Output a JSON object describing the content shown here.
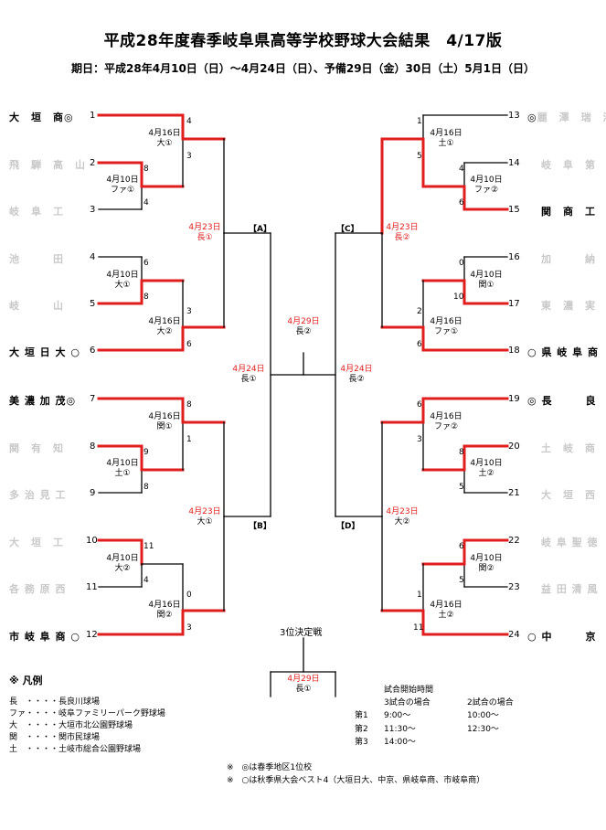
{
  "title": "平成28年度春季岐阜県高等学校野球大会結果　4/17版",
  "subtitle": "期日：平成28年4月10日（日）～4月24日（日）、予備29日（金）30日（土）5月1日（日）",
  "left_teams": [
    {
      "seed": "1",
      "name": "大　垣　商",
      "mark": "◎",
      "winner": true
    },
    {
      "seed": "2",
      "name": "飛　騨　高　山",
      "mark": "",
      "winner": false
    },
    {
      "seed": "3",
      "name": "岐　阜　工",
      "mark": "",
      "winner": false
    },
    {
      "seed": "4",
      "name": "池　　　田",
      "mark": "",
      "winner": false
    },
    {
      "seed": "5",
      "name": "岐　　　山",
      "mark": "",
      "winner": false
    },
    {
      "seed": "6",
      "name": "大 垣 日 大",
      "mark": "○",
      "winner": true
    },
    {
      "seed": "7",
      "name": "美 濃 加 茂",
      "mark": "◎",
      "winner": true
    },
    {
      "seed": "8",
      "name": "関　有　知",
      "mark": "",
      "winner": false
    },
    {
      "seed": "9",
      "name": "多 治 見 工",
      "mark": "",
      "winner": false
    },
    {
      "seed": "10",
      "name": "大　垣　工",
      "mark": "",
      "winner": false
    },
    {
      "seed": "11",
      "name": "各 務 原 西",
      "mark": "",
      "winner": false
    },
    {
      "seed": "12",
      "name": "市 岐 阜 商",
      "mark": "○",
      "winner": true
    }
  ],
  "right_teams": [
    {
      "seed": "13",
      "name": "麗　澤　瑞　浪",
      "mark": "◎",
      "winner": false
    },
    {
      "seed": "14",
      "name": "岐　阜　第　一",
      "mark": "",
      "winner": false
    },
    {
      "seed": "15",
      "name": "関　商　工",
      "mark": "",
      "winner": true
    },
    {
      "seed": "16",
      "name": "加　　　納",
      "mark": "",
      "winner": false
    },
    {
      "seed": "17",
      "name": "東　濃　実",
      "mark": "",
      "winner": false
    },
    {
      "seed": "18",
      "name": "県 岐 阜 商",
      "mark": "○",
      "winner": true
    },
    {
      "seed": "19",
      "name": "長　　　良",
      "mark": "◎",
      "winner": true
    },
    {
      "seed": "20",
      "name": "土　岐　商",
      "mark": "",
      "winner": false
    },
    {
      "seed": "21",
      "name": "大　垣　西",
      "mark": "",
      "winner": false
    },
    {
      "seed": "22",
      "name": "岐 阜 聖 徳",
      "mark": "",
      "winner": false
    },
    {
      "seed": "23",
      "name": "益 田 清 風",
      "mark": "",
      "winner": false
    },
    {
      "seed": "24",
      "name": "中　　　京",
      "mark": "○",
      "winner": true
    }
  ],
  "left_scores": [
    {
      "v": "4",
      "key": "l_s1"
    },
    {
      "v": "3",
      "key": "l_s2"
    },
    {
      "v": "8",
      "key": "l_s3"
    },
    {
      "v": "4",
      "key": "l_s4"
    },
    {
      "v": "6",
      "key": "l_s5"
    },
    {
      "v": "8",
      "key": "l_s6"
    },
    {
      "v": "3",
      "key": "l_s7"
    },
    {
      "v": "6",
      "key": "l_s8"
    },
    {
      "v": "8",
      "key": "l_s9"
    },
    {
      "v": "1",
      "key": "l_s10"
    },
    {
      "v": "9",
      "key": "l_s11"
    },
    {
      "v": "8",
      "key": "l_s12"
    },
    {
      "v": "11",
      "key": "l_s13"
    },
    {
      "v": "4",
      "key": "l_s14"
    },
    {
      "v": "0",
      "key": "l_s15"
    },
    {
      "v": "3",
      "key": "l_s16"
    }
  ],
  "right_scores": [
    {
      "v": "1",
      "key": "r_s1"
    },
    {
      "v": "5",
      "key": "r_s2"
    },
    {
      "v": "4",
      "key": "r_s3"
    },
    {
      "v": "6",
      "key": "r_s4"
    },
    {
      "v": "0",
      "key": "r_s5"
    },
    {
      "v": "10",
      "key": "r_s6"
    },
    {
      "v": "2",
      "key": "r_s7"
    },
    {
      "v": "6",
      "key": "r_s8"
    },
    {
      "v": "6",
      "key": "r_s9"
    },
    {
      "v": "3",
      "key": "r_s10"
    },
    {
      "v": "8",
      "key": "r_s11"
    },
    {
      "v": "5",
      "key": "r_s12"
    },
    {
      "v": "6",
      "key": "r_s13"
    },
    {
      "v": "5",
      "key": "r_s14"
    },
    {
      "v": "1",
      "key": "r_s15"
    },
    {
      "v": "11",
      "key": "r_s16"
    }
  ],
  "matches": {
    "m_l_1": {
      "date": "4月16日",
      "venue": "大①"
    },
    "m_l_2": {
      "date": "4月10日",
      "venue": "ファ①"
    },
    "m_l_3": {
      "date": "4月10日",
      "venue": "大①"
    },
    "m_l_4": {
      "date": "4月16日",
      "venue": "大②"
    },
    "m_l_5": {
      "date": "4月16日",
      "venue": "関①"
    },
    "m_l_6": {
      "date": "4月10日",
      "venue": "土①"
    },
    "m_l_7": {
      "date": "4月10日",
      "venue": "大②"
    },
    "m_l_8": {
      "date": "4月16日",
      "venue": "関②"
    },
    "m_l_A": {
      "date": "4月23日",
      "venue": "長①"
    },
    "m_l_B": {
      "date": "4月23日",
      "venue": "大①"
    },
    "m_l_semi": {
      "date": "4月24日",
      "venue": "長①"
    },
    "m_r_1": {
      "date": "4月16日",
      "venue": "土①"
    },
    "m_r_2": {
      "date": "4月10日",
      "venue": "ファ②"
    },
    "m_r_3": {
      "date": "4月10日",
      "venue": "関①"
    },
    "m_r_4": {
      "date": "4月16日",
      "venue": "ファ①"
    },
    "m_r_5": {
      "date": "4月16日",
      "venue": "ファ②"
    },
    "m_r_6": {
      "date": "4月10日",
      "venue": "土②"
    },
    "m_r_7": {
      "date": "4月10日",
      "venue": "関②"
    },
    "m_r_8": {
      "date": "4月16日",
      "venue": "土②"
    },
    "m_r_C": {
      "date": "4月23日",
      "venue": "長②"
    },
    "m_r_D": {
      "date": "4月23日",
      "venue": "大②"
    },
    "m_r_semi": {
      "date": "4月24日",
      "venue": "長②"
    },
    "m_final": {
      "date": "4月29日",
      "venue": "長②"
    },
    "m_third": {
      "date": "4月29日",
      "venue": "長①"
    }
  },
  "blocks": {
    "A": "【A】",
    "B": "【B】",
    "C": "【C】",
    "D": "【D】"
  },
  "third_place_label": "3位決定戦",
  "legend": {
    "heading": "※ 凡例",
    "items": [
      "長　・・・・長良川球場",
      "ファ・・・・岐阜ファミリーパーク野球場",
      "大　・・・・大垣市北公園野球場",
      "関　・・・・関市民球場",
      "土　・・・・土岐市総合公園野球場"
    ]
  },
  "schedule": {
    "heading": "試合開始時間",
    "col3": "3試合の場合",
    "col2": "2試合の場合",
    "rows": [
      {
        "label": "第1",
        "t3": "9:00～",
        "t2": "10:00～"
      },
      {
        "label": "第2",
        "t3": "11:30～",
        "t2": "12:30～"
      },
      {
        "label": "第3",
        "t3": "14:00～",
        "t2": ""
      }
    ]
  },
  "notes": [
    "※　◎は春季地区1位校",
    "※　○は秋季県大会ベスト4（大垣日大、中京、県岐阜商、市岐阜商）"
  ],
  "colors": {
    "win": "#e01e1e",
    "line": "#000000",
    "grey_team": "#c9c9c9"
  }
}
